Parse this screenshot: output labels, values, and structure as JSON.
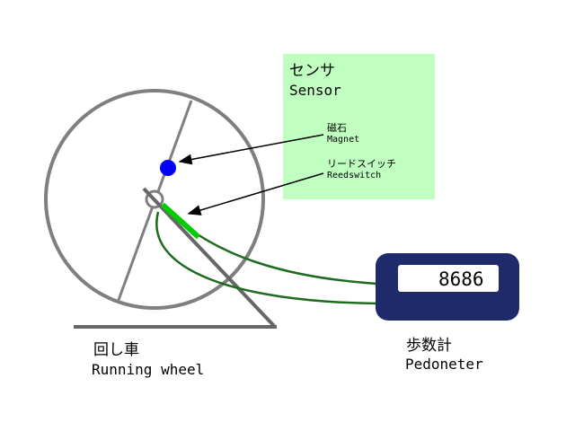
{
  "sensor_panel": {
    "title_jp": "センサ",
    "title_en": "Sensor",
    "panel_color": "#bfffbf",
    "magnet_jp": "磁石",
    "magnet_en": "Magnet",
    "reed_jp": "リードスイッチ",
    "reed_en": "Reedswitch"
  },
  "pedometer": {
    "display_value": "8686",
    "label_jp": "歩数計",
    "label_en": "Pedoneter",
    "body_color": "#1f2a6b"
  },
  "running_wheel": {
    "label_jp": "回し車",
    "label_en": "Running wheel",
    "wheel_color": "#7f7f7f"
  },
  "colors": {
    "magnet": "#0000ff",
    "reed_switch": "#00cc00",
    "wire": "#1f6b1f",
    "stand": "#666666"
  }
}
